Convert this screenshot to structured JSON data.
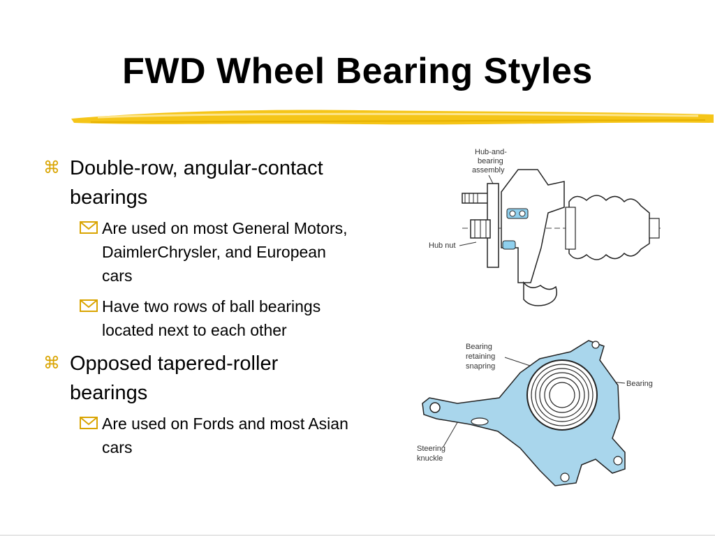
{
  "slide": {
    "title": "FWD Wheel Bearing Styles",
    "accent_color": "#f5c518",
    "bullet_color": "#d9a400"
  },
  "bullets": [
    {
      "text": "Double-row, angular-contact\nbearings",
      "sub": [
        {
          "text": "Are used on most General Motors, DaimlerChrysler, and European cars"
        },
        {
          "text": "Have two rows of ball bearings\nlocated next to each other"
        }
      ]
    },
    {
      "text": "Opposed tapered-roller bearings",
      "sub": [
        {
          "text": "Are used on Fords and most Asian cars"
        }
      ]
    }
  ],
  "figure_top": {
    "labels": {
      "hub_line1": "Hub-and-",
      "hub_line2": "bearing",
      "hub_line3": "assembly",
      "hub_nut": "Hub nut"
    }
  },
  "figure_bottom": {
    "labels": {
      "retain_line1": "Bearing",
      "retain_line2": "retaining",
      "retain_line3": "snapring",
      "bearing": "Bearing",
      "steer_line1": "Steering",
      "steer_line2": "knuckle"
    }
  }
}
